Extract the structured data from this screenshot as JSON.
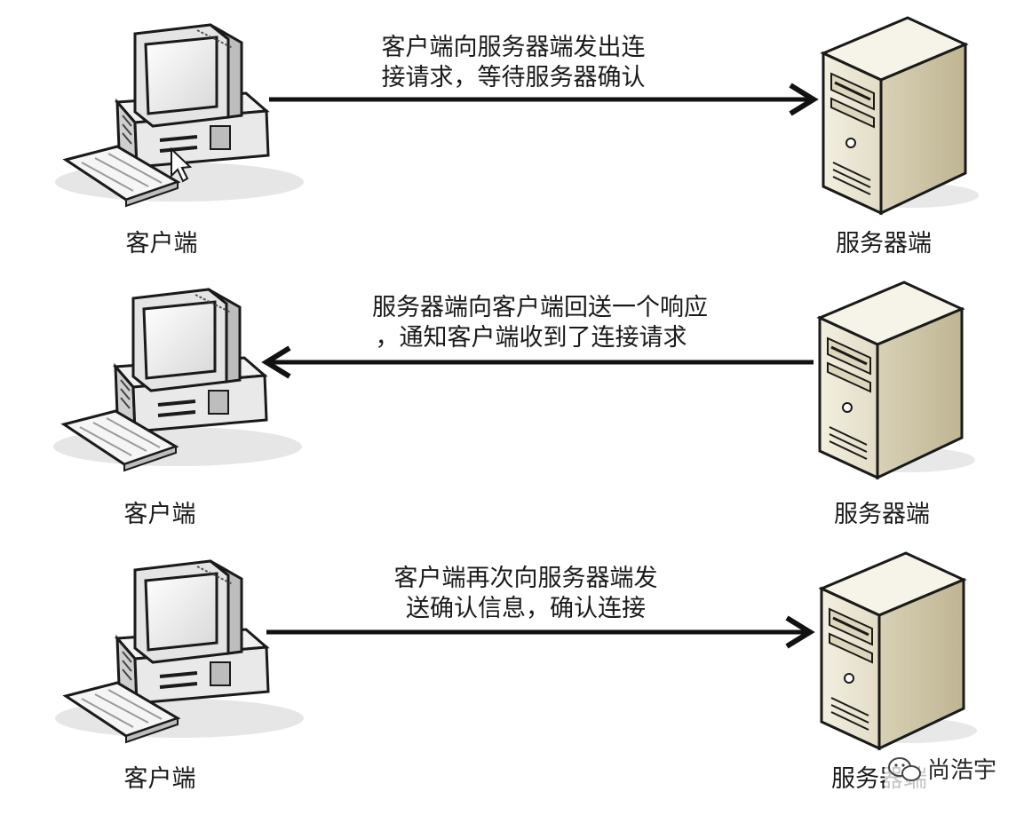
{
  "steps": [
    {
      "client_label": "客户端",
      "server_label": "服务器端",
      "direction": "client-to-server",
      "message_lines": [
        "客户端向服务器端发出连",
        "接请求，等待服务器确认"
      ]
    },
    {
      "client_label": "客户端",
      "server_label": "服务器端",
      "direction": "server-to-client",
      "message_lines": [
        "服务器端向客户端回送一个响应",
        "，通知客户端收到了连接请求"
      ]
    },
    {
      "client_label": "客户端",
      "server_label": "服务器端",
      "direction": "client-to-server",
      "message_lines": [
        "客户端再次向服务器端发",
        "送确认信息，确认连接"
      ]
    }
  ],
  "watermark": {
    "text": "尚浩宇",
    "icon": "wechat-icon"
  }
}
